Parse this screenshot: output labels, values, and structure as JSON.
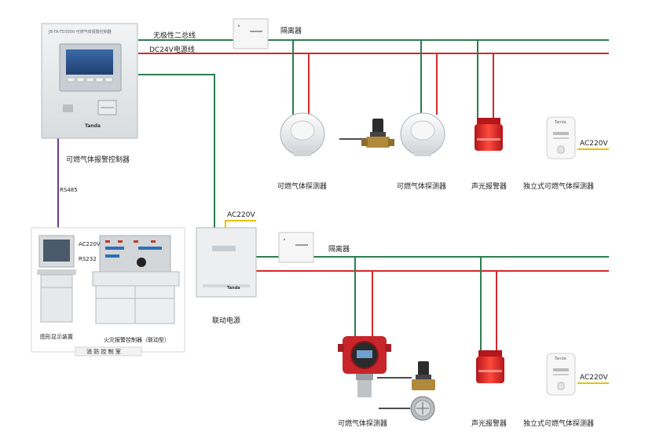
{
  "bus": {
    "bus_line_label": "无极性二总线",
    "power_line_label": "DC24V电源线",
    "colors": {
      "bus": "#2e7d4f",
      "power": "#d7262c",
      "rs485": "#6a3d8f",
      "ac": "#e6c200"
    }
  },
  "controller": {
    "label": "可燃气体报警控制器",
    "brand": "Tanda",
    "model_text": "JB-TA-TD3000 可燃气体报警控制器",
    "rs485_label": "RS485"
  },
  "isolators": {
    "top_label": "隔离器",
    "bottom_label": "隔离器"
  },
  "top_row": {
    "detector_1": "可燃气体探测器",
    "detector_2": "可燃气体探测器",
    "sound_light": "声光报警器",
    "standalone": "独立式可燃气体探测器",
    "ac_label": "AC220V",
    "standalone_brand": "Tanda"
  },
  "linkage_power": {
    "label": "联动电源",
    "ac_label": "AC220V",
    "brand": "Tanda"
  },
  "control_room": {
    "graphic_display": "图形显示装置",
    "fire_controller": "火灾报警控制器（联动型）",
    "room_label": "消 防 控 制 室",
    "ac_label": "AC220V",
    "rs232_label": "RS232"
  },
  "bottom_row": {
    "detector": "可燃气体探测器",
    "sound_light": "声光报警器",
    "standalone": "独立式可燃气体探测器",
    "ac_label": "AC220V",
    "standalone_brand": "Tanda"
  }
}
